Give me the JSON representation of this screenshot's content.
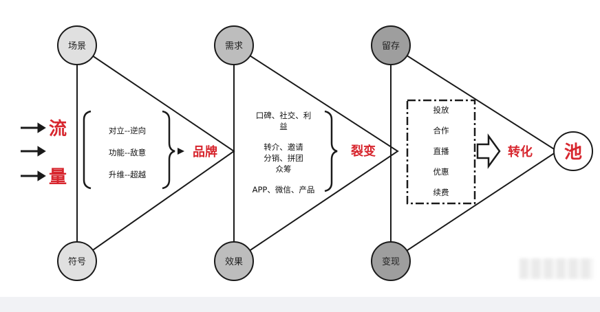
{
  "left_label": {
    "line1": "流",
    "line2": "量"
  },
  "sections": [
    {
      "top_node": "场景",
      "bottom_node": "符号",
      "items": [
        "对立--逆向",
        "功能--敌意",
        "升维--超越"
      ],
      "output": "品牌"
    },
    {
      "top_node": "需求",
      "bottom_node": "效果",
      "items": [
        {
          "lines": [
            "口碑、社交、利",
            "益"
          ]
        },
        {
          "lines": [
            "转介、邀请",
            "分销、拼团",
            "众筹"
          ]
        },
        {
          "lines": [
            "APP、微信、产品"
          ]
        }
      ],
      "output": "裂变"
    },
    {
      "top_node": "留存",
      "bottom_node": "变现",
      "items": [
        "投放",
        "合作",
        "直播",
        "优惠",
        "续费"
      ],
      "output": "转化"
    }
  ],
  "end_node": "池",
  "colors": {
    "accent_red": "#d7262e",
    "node_light": "#e0e0e0",
    "node_mid": "#bdbdbd",
    "node_dark": "#9e9e9e",
    "line": "#1a1a1a"
  }
}
